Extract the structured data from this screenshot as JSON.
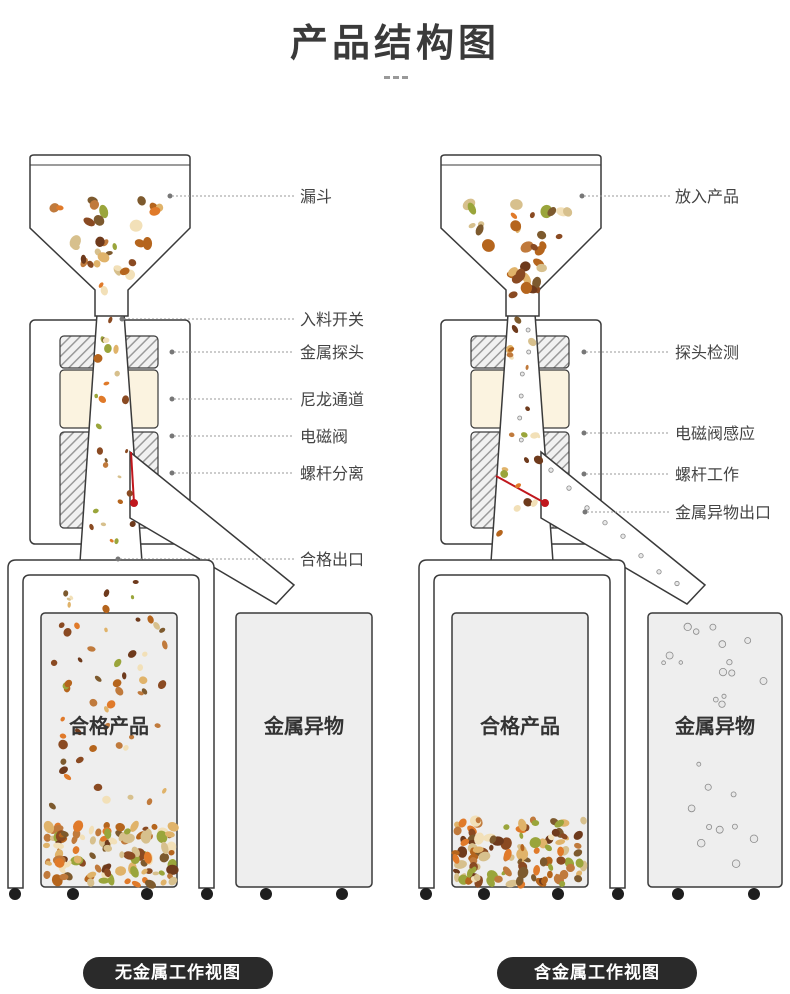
{
  "title": "产品结构图",
  "left": {
    "labels": [
      "漏斗",
      "入料开关",
      "金属探头",
      "尼龙通道",
      "电磁阀",
      "螺杆分离",
      "合格出口"
    ],
    "bin_good": "合格产品",
    "bin_metal": "金属异物",
    "caption": "无金属工作视图"
  },
  "right": {
    "labels": [
      "放入产品",
      "探头检测",
      "电磁阀感应",
      "螺杆工作",
      "金属异物出口"
    ],
    "bin_good": "合格产品",
    "bin_metal": "金属异物",
    "caption": "含金属工作视图"
  },
  "colors": {
    "outline": "#3a3a3a",
    "stripe": "#9a9a9a",
    "nylon": "#fbf3e0",
    "bin_fill": "#eeeeee",
    "deflector": "#c0171d",
    "caption_bg": "#2a2a2a"
  },
  "icons": [
    "nut-particle",
    "metal-ball",
    "wheel"
  ]
}
